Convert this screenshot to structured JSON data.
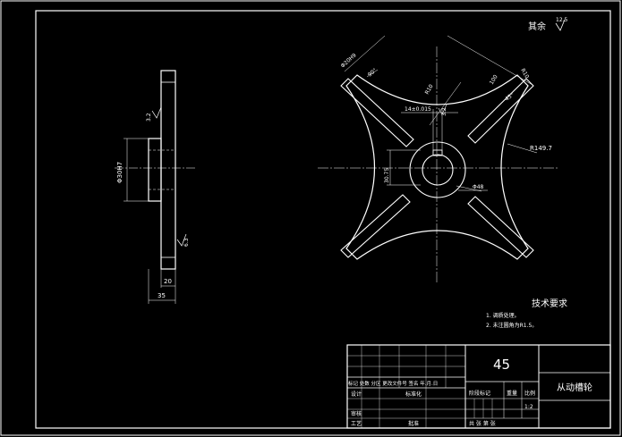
{
  "surface_finish": {
    "label": "其余",
    "value": "12.5"
  },
  "side_view": {
    "diameter_dim": "Φ30H7",
    "width_total": "35",
    "hub_width": "20",
    "roughness_top": "3.2",
    "roughness_right": "6.3"
  },
  "front_view": {
    "slot_width": "Φ20H9",
    "angle_90": "90°",
    "angle_45": "45°",
    "r_small": "R10",
    "radius_100": "100",
    "keyway_width": "14±0.015",
    "roughness_center": "3.2",
    "keyway_height": "30.75",
    "bore_dim": "Φ48",
    "arc_radius": "R149.7"
  },
  "tech_req": {
    "title": "技术要求",
    "items": [
      "1. 调质处理。",
      "2. 未注圆角为R1.5。"
    ]
  },
  "title_block": {
    "material": "45",
    "part_name": "从动槽轮",
    "scale": "1:2",
    "header_row": "标记  处数  分区  更改文件号  签名  年.月.日",
    "design": "设计",
    "standardize": "标准化",
    "stage_mark": "阶段标记",
    "weight": "重量",
    "ratio": "比例",
    "review": "审核",
    "process": "工艺",
    "approve": "批准",
    "sheet_total": "共  张  第  张"
  }
}
